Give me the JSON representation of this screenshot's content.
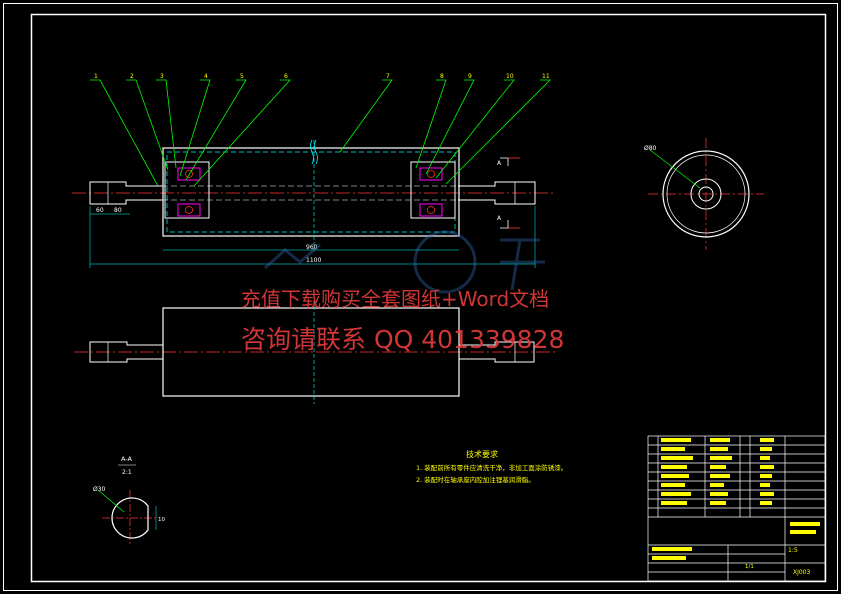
{
  "watermark": {
    "line1": "充值下载购买全套图纸+Word文档",
    "line2": "咨询请联系 QQ 401339828"
  },
  "callouts": [
    "1",
    "2",
    "3",
    "4",
    "5",
    "6",
    "7",
    "8",
    "9",
    "10",
    "11"
  ],
  "dimensions": {
    "left_a": "60",
    "left_b": "80",
    "center_len": "960",
    "total_len": "1100",
    "end_dia": "Ø80",
    "key_dia": "Ø30",
    "key_w": "10"
  },
  "section": {
    "marker": "A",
    "label": "A-A",
    "scale": "2:1"
  },
  "technical_requirements": {
    "title": "技术要求",
    "item1": "1. 装配前所有零件应清洗干净，非加工面涂防锈漆。",
    "item2": "2. 装配时在轴承座内腔加注锂基润滑脂。"
  },
  "title_block": {
    "drawing_no": "XJ003",
    "scale": "1:5",
    "sheet": "1/1"
  },
  "colors": {
    "frame": "#ffffff",
    "leader": "#00ff00",
    "center": "#ff3333",
    "dim": "#00ffff",
    "text": "#ffff00",
    "part": "#ffffff",
    "bearing": "#ff00ff"
  }
}
